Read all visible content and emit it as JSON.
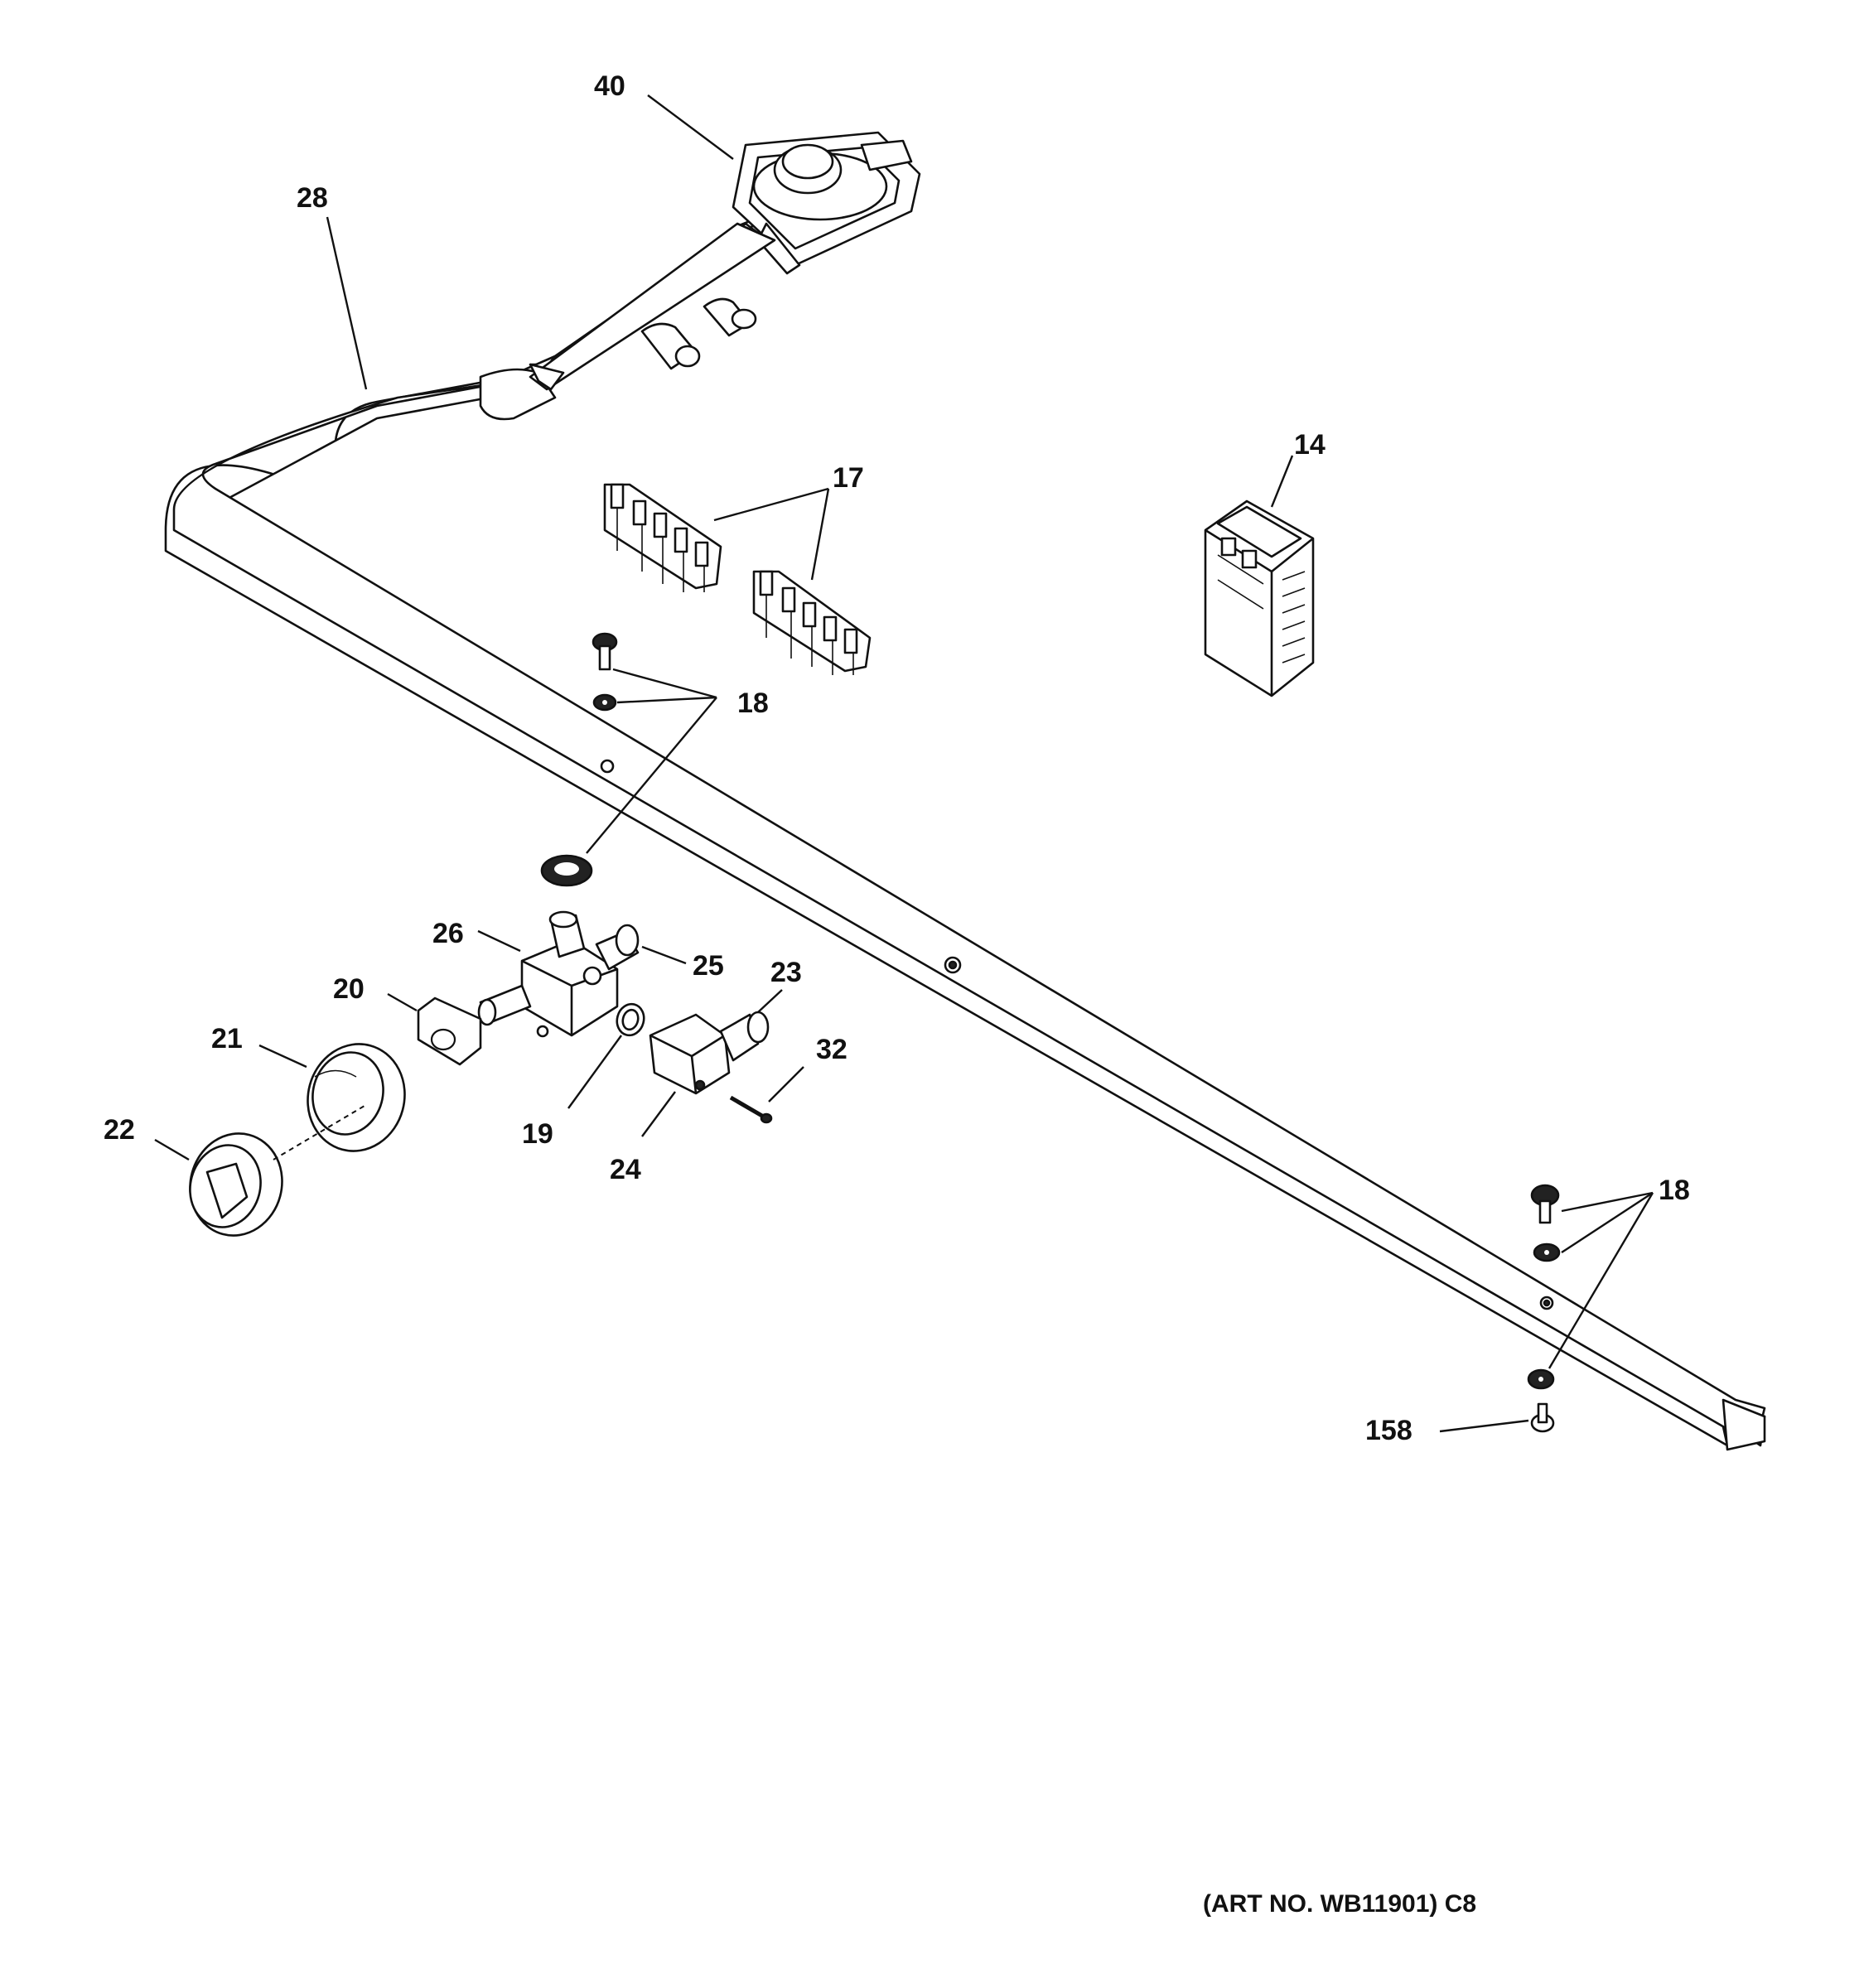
{
  "diagram": {
    "callouts": {
      "c40": "40",
      "c28": "28",
      "c14": "14",
      "c17": "17",
      "c18a": "18",
      "c26": "26",
      "c25": "25",
      "c23": "23",
      "c20": "20",
      "c21": "21",
      "c32": "32",
      "c22": "22",
      "c19": "19",
      "c24": "24",
      "c18b": "18",
      "c158": "158"
    },
    "art_number": "(ART NO. WB11901) C8"
  }
}
